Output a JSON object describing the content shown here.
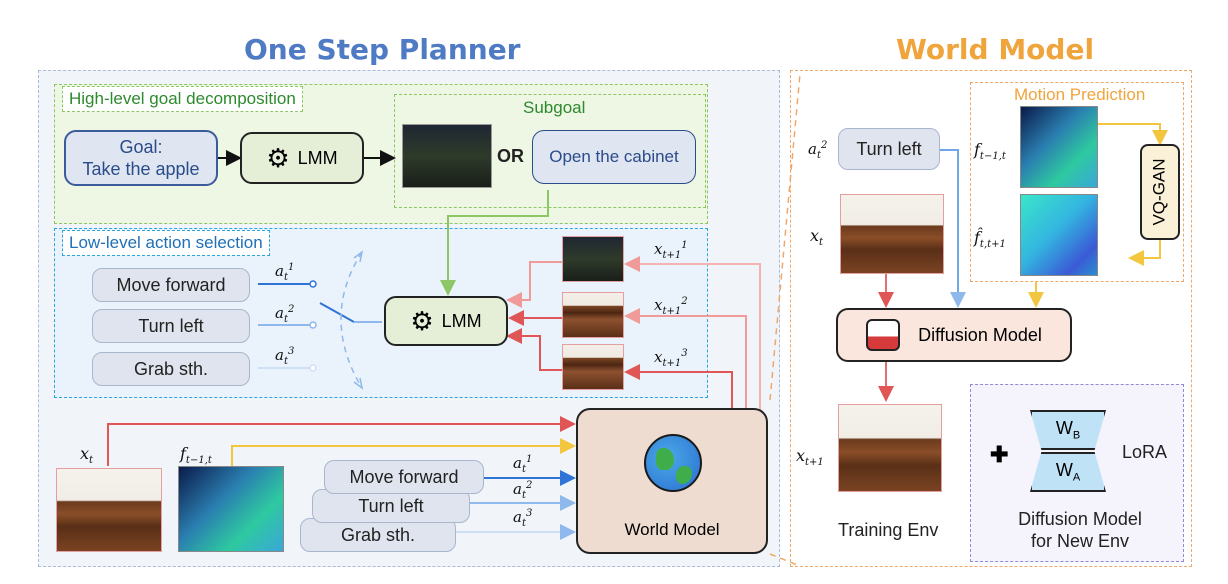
{
  "titles": {
    "planner": "One Step Planner",
    "world_model": "World Model"
  },
  "planner": {
    "high_level_label": "High-level goal decomposition",
    "goal": "Goal:\nTake the apple",
    "lmm": "LMM",
    "subgoal_label": "Subgoal",
    "or_label": "OR",
    "subgoal_text": "Open the cabinet",
    "low_level_label": "Low-level action selection",
    "actions": [
      "Move forward",
      "Turn left",
      "Grab sth."
    ],
    "action_symbols": [
      "a_t^1",
      "a_t^2",
      "a_t^3"
    ],
    "next_states": [
      "x_{t+1}^1",
      "x_{t+1}^2",
      "x_{t+1}^3"
    ],
    "x_t": "x_t",
    "flow_prev": "f_{t-1,t}",
    "world_model_box": "World Model"
  },
  "world_model": {
    "action_symbol": "a_t^2",
    "action": "Turn left",
    "x_t": "x_t",
    "motion_label": "Motion Prediction",
    "flow_prev": "f_{t-1,t}",
    "flow_pred": "f̂_{t,t+1}",
    "vqgan": "VQ-GAN",
    "diffusion": "Diffusion Model",
    "x_next": "x_{t+1}",
    "training_env": "Training Env",
    "wb": "W",
    "wb_sub": "B",
    "wa": "W",
    "wa_sub": "A",
    "lora": "LoRA",
    "new_env": "Diffusion Model\nfor New Env"
  },
  "colors": {
    "blue_title": "#4f7bc4",
    "orange_title": "#f0a43c",
    "green": "#8cc665",
    "cyan": "#28a6e0",
    "arrow_red": "#e05555",
    "arrow_blue": "#2d74d6",
    "arrow_yellow": "#f3c640"
  }
}
